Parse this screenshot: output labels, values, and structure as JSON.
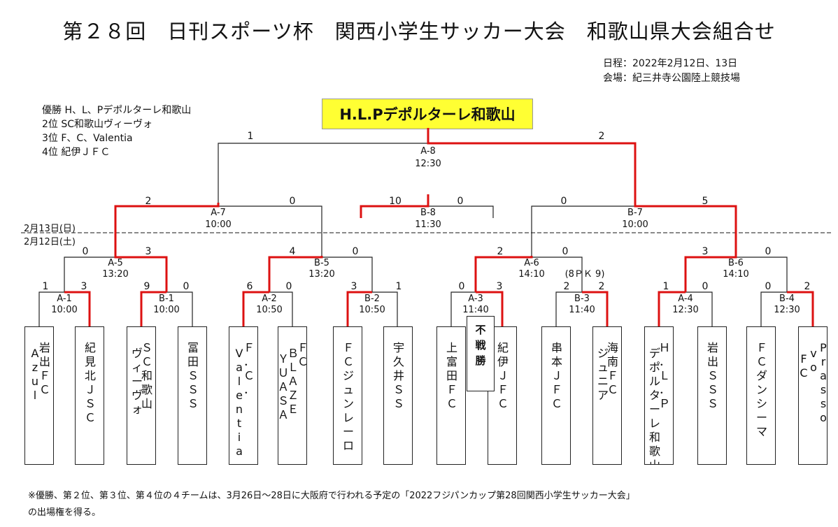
{
  "title": "第２８回　日刊スポーツ杯　関西小学生サッカー大会　和歌山県大会組合せ",
  "schedule": [
    "日程：2022年2月12日、13日",
    "会場：紀三井寺公園陸上競技場"
  ],
  "results": [
    "優勝 H、L、Pデポルターレ和歌山",
    "2位 SC和歌山ヴィーヴォ",
    "3位 F、C、Valentia",
    "4位 紀伊ＪＦＣ"
  ],
  "champion": "H.L.Pデポルターレ和歌山",
  "dates": {
    "day2": "2月13日(日)",
    "day1": "2月12日(土)"
  },
  "final": {
    "label": "A-8",
    "time": "12:30",
    "score_left": "1",
    "score_right": "2"
  },
  "matches": {
    "a7": {
      "label": "A-7",
      "time": "10:00",
      "s1": "2",
      "s2": "0"
    },
    "b8": {
      "label": "B-8",
      "time": "11:30",
      "s1": "10",
      "s2": "0"
    },
    "b7": {
      "label": "B-7",
      "time": "10:00",
      "s1": "0",
      "s2": "5"
    },
    "a5": {
      "label": "A-5",
      "time": "13:20",
      "s1": "0",
      "s2": "3"
    },
    "b5": {
      "label": "B-5",
      "time": "13:20",
      "s1": "4",
      "s2": "0"
    },
    "a6": {
      "label": "A-6",
      "time": "14:10",
      "s1": "2",
      "s2": "0",
      "pk": "(8ＰＫ 9)"
    },
    "b6": {
      "label": "B-6",
      "time": "14:10",
      "s1": "3",
      "s2": "0"
    },
    "a1": {
      "label": "A-1",
      "time": "10:00",
      "s1": "1",
      "s2": "3"
    },
    "b1": {
      "label": "B-1",
      "time": "10:00",
      "s1": "9",
      "s2": "0"
    },
    "a2": {
      "label": "A-2",
      "time": "10:50",
      "s1": "6",
      "s2": "0"
    },
    "b2": {
      "label": "B-2",
      "time": "10:50",
      "s1": "3",
      "s2": "1"
    },
    "a3": {
      "label": "A-3",
      "time": "11:40",
      "s1": "0",
      "s2": "3"
    },
    "b3": {
      "label": "B-3",
      "time": "11:40",
      "s1": "2",
      "s2": "2"
    },
    "a4": {
      "label": "A-4",
      "time": "12:30",
      "s1": "1",
      "s2": "0"
    },
    "b4": {
      "label": "B-4",
      "time": "12:30",
      "s1": "0",
      "s2": "2"
    }
  },
  "fusen": "不戦勝",
  "teams": [
    {
      "cols": [
        "岩出ＦＣ",
        "Azul"
      ]
    },
    {
      "cols": [
        "紀見北ＪＳＣ"
      ]
    },
    {
      "cols": [
        "ＳＣ和歌山",
        "ヴィーヴォ"
      ]
    },
    {
      "cols": [
        "冨田ＳＳＳ"
      ]
    },
    {
      "cols": [
        "Ｆ．Ｃ．",
        "Valentia"
      ]
    },
    {
      "cols": [
        "ＦＣ",
        "ＢＬＡＺＥ",
        "ＹＵＡＳＡ"
      ]
    },
    {
      "cols": [
        "ＦＣジュンレーロ"
      ]
    },
    {
      "cols": [
        "宇久井ＳＳ"
      ]
    },
    {
      "cols": [
        "上富田ＦＣ"
      ]
    },
    {
      "cols": [
        "紀伊ＪＦＣ"
      ]
    },
    {
      "cols": [
        "串本ＪＦＣ"
      ]
    },
    {
      "cols": [
        "海南ＦＣ",
        "ジュニア"
      ]
    },
    {
      "cols": [
        "Ｈ．Ｌ．Ｐ",
        "デポルターレ和歌山"
      ]
    },
    {
      "cols": [
        "岩出ＳＳＳ"
      ]
    },
    {
      "cols": [
        "ＦＣダンシーマ"
      ]
    },
    {
      "cols": [
        "Prasso",
        "vo",
        "FC"
      ]
    }
  ],
  "footnote": [
    "※優勝、第２位、第３位、第４位の４チームは、3月26日～28日に大阪府で行われる予定の「2022フジパンカップ第28回関西小学生サッカー大会」",
    "の出場権を得る。"
  ],
  "colors": {
    "win_line": "#dd1111",
    "line": "#222222",
    "champion_bg": "#ffff33"
  }
}
